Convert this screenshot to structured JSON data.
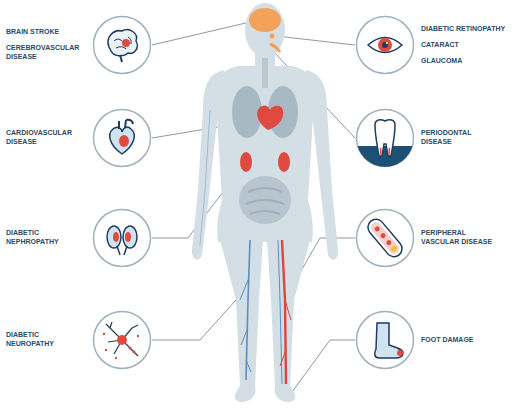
{
  "diagram": {
    "nodes": [
      {
        "text": [
          "BRAIN STROKE",
          "CEREBROVASCULAR DISEASE"
        ]
      },
      {
        "text": [
          "DIABETIC RETINOPATHY",
          "CATARACT",
          "GLAUCOMA"
        ]
      },
      {
        "text": [
          "CARDIOVASCULAR DISEASE"
        ]
      },
      {
        "text": [
          "PERIODONTAL DISEASE"
        ]
      },
      {
        "text": [
          "DIABETIC NEPHROPATHY"
        ]
      },
      {
        "text": [
          "PERIPHERAL VASCULAR DISEASE"
        ]
      },
      {
        "text": [
          "DIABETIC NEUROPATHY"
        ]
      },
      {
        "text": [
          "FOOT DAMAGE"
        ]
      }
    ]
  }
}
